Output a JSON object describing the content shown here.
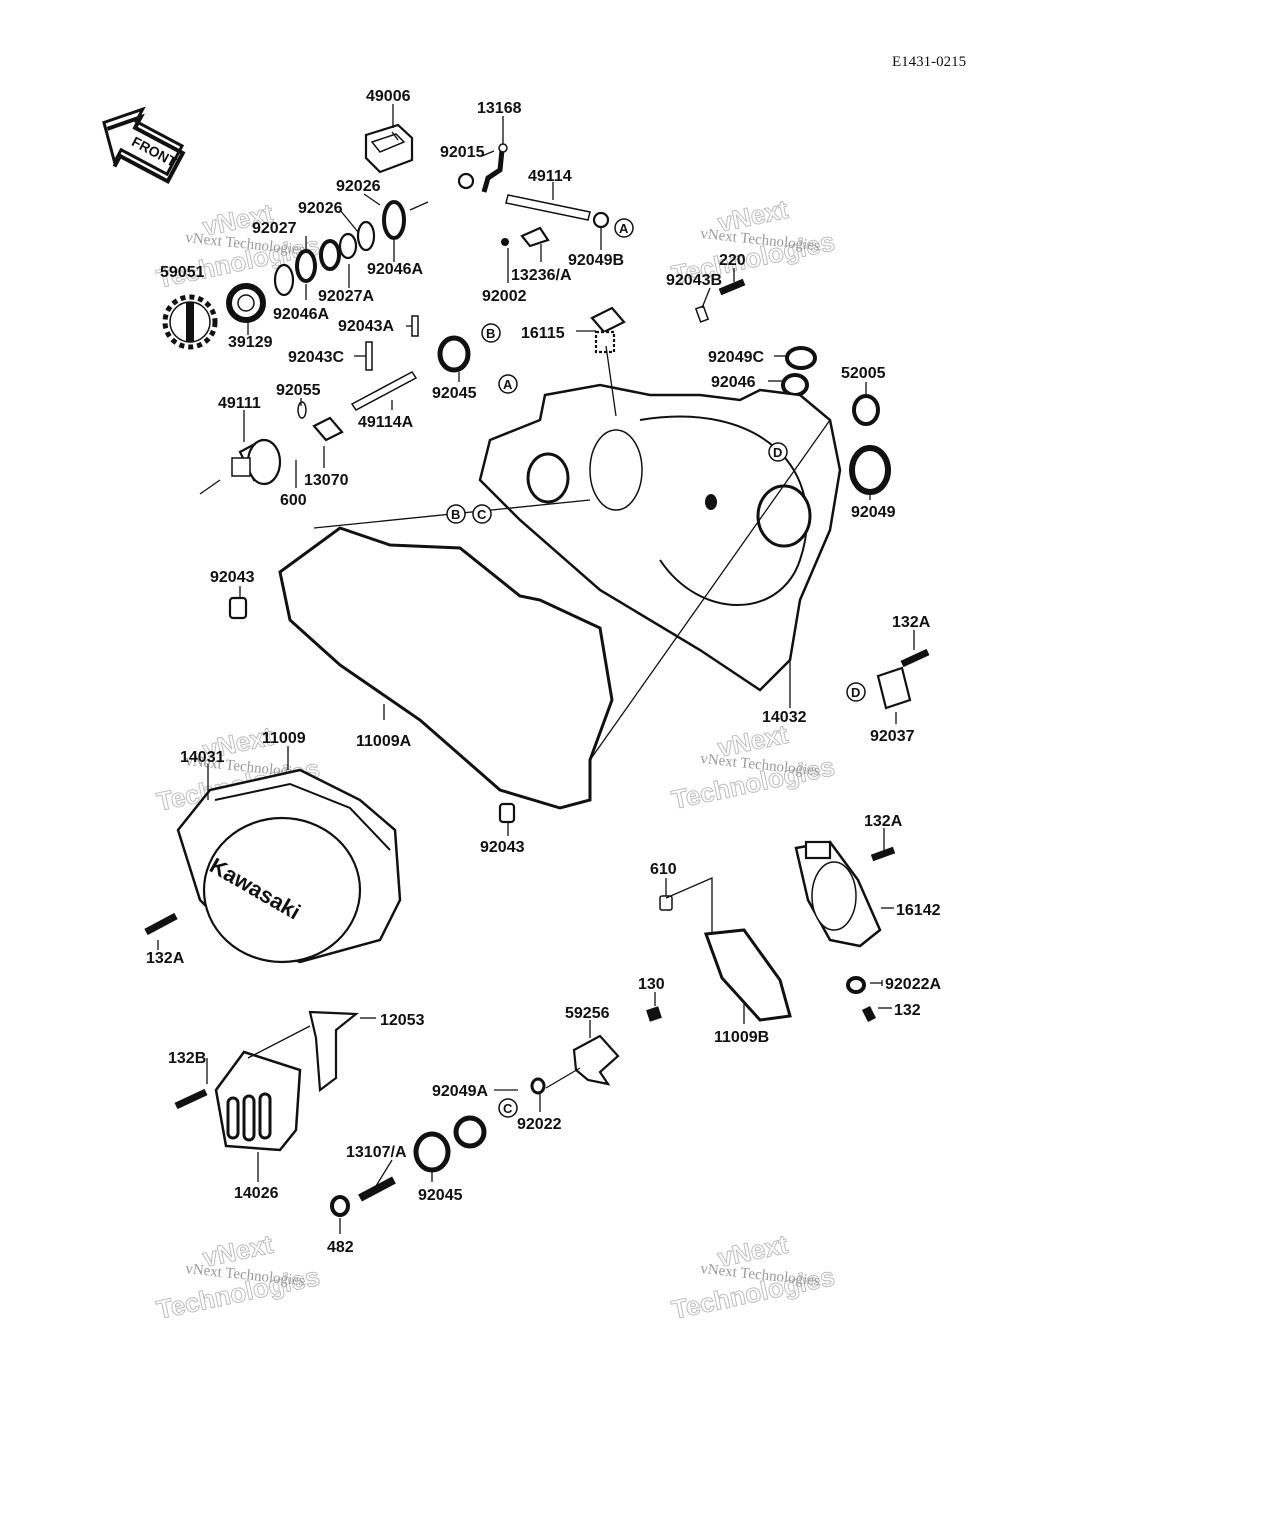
{
  "diagram_code": "E1431-0215",
  "front_label": "FRONT",
  "cover_brand": "Kawasaki",
  "watermark": {
    "line1": "vNext Technologies",
    "line2": "vNext",
    "line3": "Technologies"
  },
  "ref_letters": [
    "A",
    "B",
    "C",
    "D"
  ],
  "part_labels": [
    "49006",
    "13168",
    "92015",
    "49114",
    "92026",
    "92026",
    "92027",
    "92046A",
    "59051",
    "92027A",
    "92046A",
    "92043A",
    "39129",
    "92043C",
    "92055",
    "49111",
    "13070",
    "600",
    "49114A",
    "92045",
    "92049B",
    "13236/A",
    "92002",
    "220",
    "92043B",
    "16115",
    "92049C",
    "92046",
    "52005",
    "92049",
    "92043",
    "132A",
    "11009A",
    "14032",
    "92037",
    "14031",
    "11009",
    "92043",
    "132A",
    "16142",
    "610",
    "92022A",
    "132",
    "132A",
    "12053",
    "130",
    "59256",
    "11009B",
    "132B",
    "92049A",
    "92022",
    "14026",
    "13107/A",
    "92045",
    "482"
  ]
}
